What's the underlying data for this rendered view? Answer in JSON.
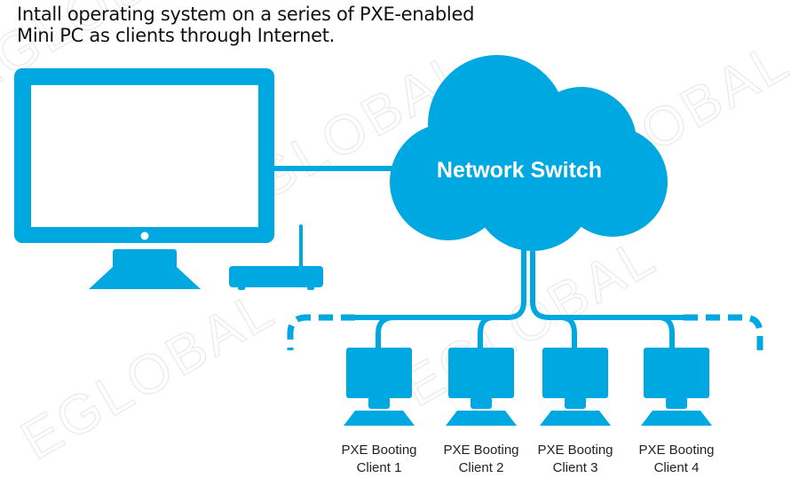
{
  "title": {
    "line1": "Intall operating system on a series of PXE-enabled",
    "line2": "Mini PC as clients through Internet."
  },
  "colors": {
    "primary": "#00a8e1",
    "background": "#ffffff",
    "text": "#222222",
    "watermark": "#e9e9e9"
  },
  "server": {
    "icon": "desktop-monitor-icon",
    "device_icon": "mini-pc-router-icon"
  },
  "network": {
    "label": "Network Switch",
    "icon": "cloud-icon"
  },
  "clients": [
    {
      "line1": "PXE Booting",
      "line2": "Client 1",
      "icon": "client-computer-icon"
    },
    {
      "line1": "PXE Booting",
      "line2": "Client 2",
      "icon": "client-computer-icon"
    },
    {
      "line1": "PXE Booting",
      "line2": "Client 3",
      "icon": "client-computer-icon"
    },
    {
      "line1": "PXE Booting",
      "line2": "Client 4",
      "icon": "client-computer-icon"
    }
  ],
  "watermark": {
    "text": "EGLOBAL"
  }
}
